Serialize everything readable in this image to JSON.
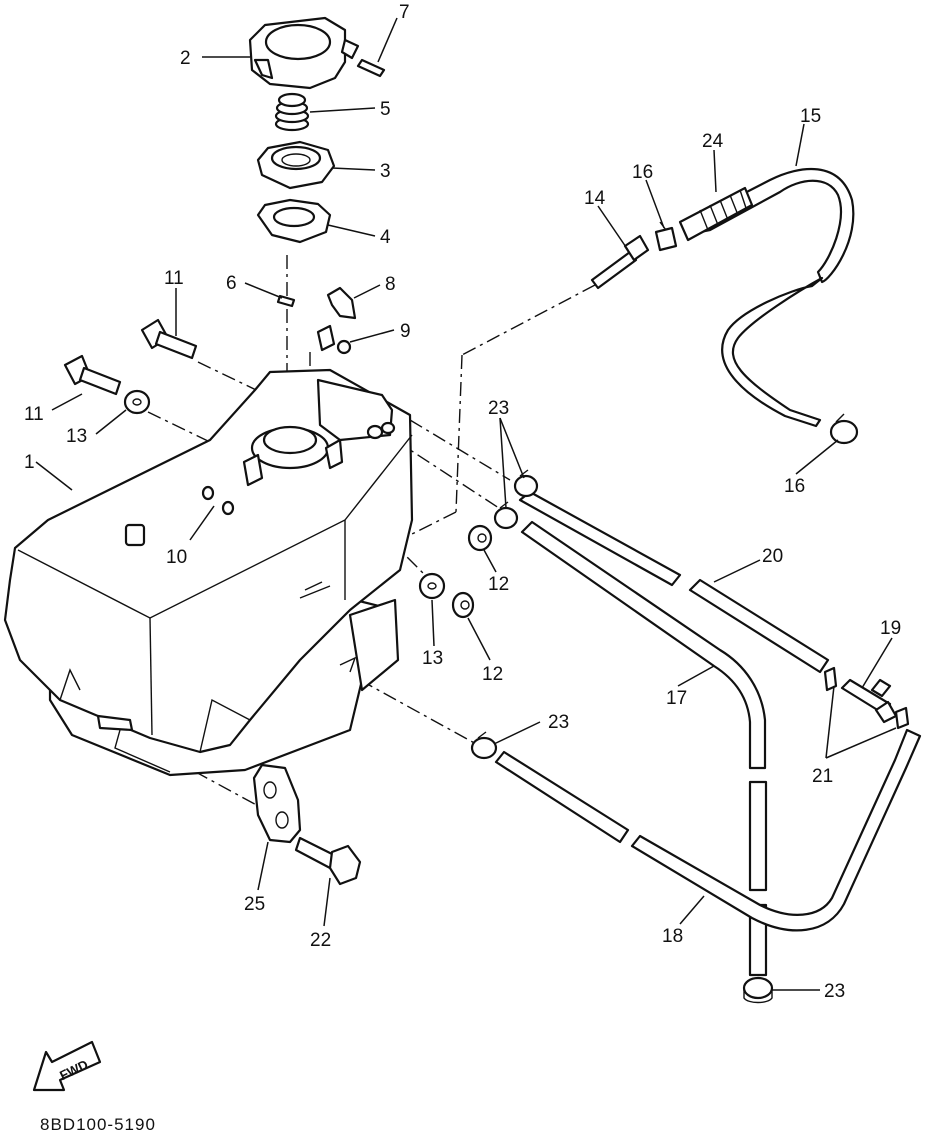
{
  "diagram": {
    "code": "8BD100-5190",
    "fwd_label": "FWD",
    "callouts": {
      "c1": "1",
      "c2": "2",
      "c3": "3",
      "c4": "4",
      "c5": "5",
      "c6": "6",
      "c7": "7",
      "c8": "8",
      "c9": "9",
      "c10": "10",
      "c11a": "11",
      "c11b": "11",
      "c12a": "12",
      "c12b": "12",
      "c13a": "13",
      "c13b": "13",
      "c14": "14",
      "c15": "15",
      "c16a": "16",
      "c16b": "16",
      "c17": "17",
      "c18": "18",
      "c19": "19",
      "c20": "20",
      "c21": "21",
      "c22": "22",
      "c23a": "23",
      "c23b": "23",
      "c23c": "23",
      "c24": "24",
      "c25": "25"
    }
  }
}
